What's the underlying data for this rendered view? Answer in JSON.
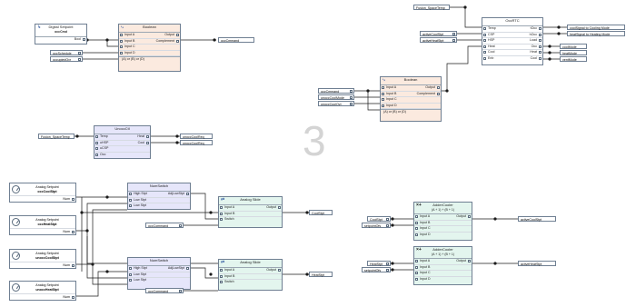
{
  "page_number": "3",
  "blocks": {
    "digital_sp": {
      "title": "Digital Setpoint",
      "subtitle": "occCmd",
      "out_label": "Bool"
    },
    "boolean_top": {
      "title": "Boolean",
      "in_a": "Input A",
      "in_b": "Input B",
      "in_c": "Input C",
      "in_d": "Input D",
      "out": "Output",
      "out2": "Complement",
      "formula": "(A) or (B) or (D)"
    },
    "boolean_right": {
      "title": "Boolean",
      "in_a": "Input A",
      "in_b": "Input B",
      "in_c": "Input C",
      "in_d": "Input D",
      "out": "Output",
      "out2": "Complement",
      "formula": "(A) or (B) or (D)"
    },
    "unocc_ctl": {
      "title": "UnoccCtl",
      "in1": "Temp",
      "in2": "uHSP",
      "in3": "uCSP",
      "in4": "Occ",
      "out1": "Heat",
      "out2": "Cool"
    },
    "occ_rtc": {
      "title": "OccRTC",
      "in1": "Temp",
      "in2": "CSP",
      "in3": "HSP",
      "in4": "Heat",
      "in5": "Cool",
      "in6": "Enb",
      "out1": "tOcc",
      "out2": "hOcc",
      "out3": "Load",
      "out4": "Occ",
      "out5": "Heat",
      "out6": "Cool"
    },
    "sp_cool": {
      "title": "Analog Setpoint",
      "name": "occCoolStpt",
      "out": "Num"
    },
    "sp_heat": {
      "title": "Analog Setpoint",
      "name": "occHeatStpt",
      "out": "Num"
    },
    "sp_ucool": {
      "title": "Analog Setpoint",
      "name": "unoccCoolStpt",
      "out": "Num"
    },
    "sp_uheat": {
      "title": "Analog Setpoint",
      "name": "unoccHeatStpt",
      "out": "Num"
    },
    "num_sw_1": {
      "title": "NumSwitch",
      "in1": "High Stpt",
      "in2": "Low Stpt",
      "in3": "Low Stpt",
      "out": "AdjLowStpt"
    },
    "num_sw_2": {
      "title": "NumSwitch",
      "in1": "High Stpt",
      "in2": "Low Stpt",
      "in3": "Low Stpt",
      "out": "AdjLowStpt"
    },
    "analog_sw_1": {
      "title": "Analog Slide",
      "in1": "Input A",
      "in2": "Input B",
      "in3": "Switch",
      "out": "Output"
    },
    "analog_sw_2": {
      "title": "Analog Slide",
      "in1": "Input A",
      "in2": "Input B",
      "in3": "Switch",
      "out": "Output"
    },
    "adder_1": {
      "title": "AdderCooler",
      "formula": "(A + 1) + (B + 1)",
      "in1": "Input A",
      "in2": "Input B",
      "in3": "Input C",
      "in4": "Input D",
      "out": "Output"
    },
    "adder_2": {
      "title": "AdderCooler",
      "formula": "(A + 1) + (B + 1)",
      "in1": "Input A",
      "in2": "Input B",
      "in3": "Input C",
      "in4": "Input D",
      "out": "Output"
    }
  },
  "tags": {
    "occ_cmd_out": "occCmmand",
    "occ_schedule": "occSchedule",
    "occ_override": "occupiedOvr",
    "fusion_space_temp_top": "Fusion_SpaceTemp",
    "active_cool_stpt": "activeCoolStpt",
    "active_heat_stpt": "activeHeatStpt",
    "cool_signal": "coolSignal to Cooling Mode",
    "heat_signal": "heatSignal to Heating Mode",
    "cool_mode": "coolMode",
    "heat_mode": "heatMode",
    "vent_mode": "ventMode",
    "occ_cmd_in": "occCmmand",
    "unocc_cool_mode": "unoccCoolMode",
    "unocc_heat_mode": "unoccCoolOvr",
    "fusion_space_temp_mid": "Fusion_SpaceTemp",
    "unocc_cool_req": "unoccCoolReq",
    "unocc_heat_req": "unoccCoolReq",
    "occ_cmd_sw1": "occCommand",
    "occ_cmd_sw2": "occCommand",
    "cool_stpt_out": "CoolStpt",
    "heat_stpt_out": "HeatStpt",
    "cool_stpt_in": "CoolStpt",
    "setpoint_ofs_1": "setpointOfs",
    "heat_stpt_in": "HeatStpt",
    "setpoint_ofs_2": "setpointOfs",
    "active_cool_out": "activeCoolStpt",
    "active_heat_out": "activeHeatStpt"
  }
}
